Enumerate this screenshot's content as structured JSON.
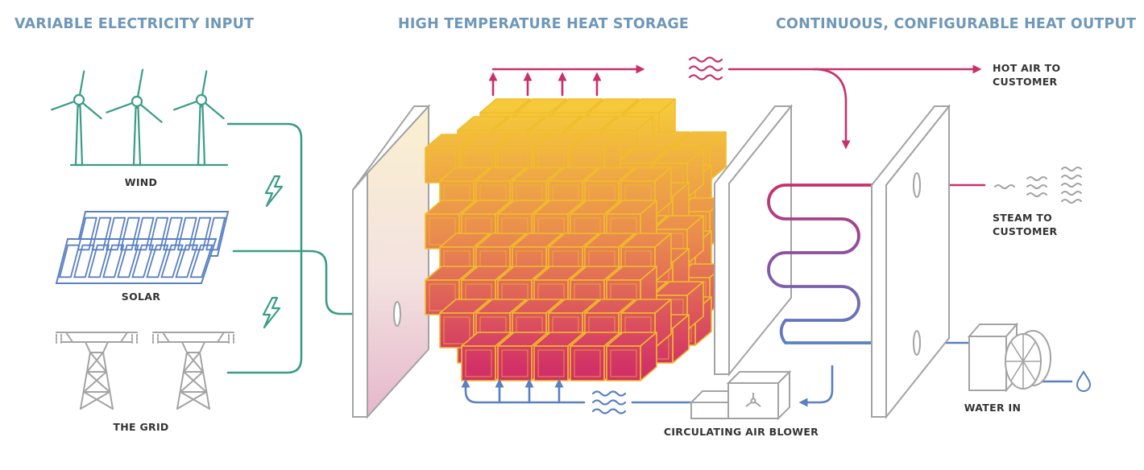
{
  "headers": {
    "input": "VARIABLE ELECTRICITY INPUT",
    "storage": "HIGH TEMPERATURE HEAT STORAGE",
    "output": "CONTINUOUS, CONFIGURABLE HEAT OUTPUT"
  },
  "labels": {
    "wind": "WIND",
    "solar": "SOLAR",
    "grid": "THE GRID",
    "hot_air_1": "HOT AIR TO",
    "hot_air_2": "CUSTOMER",
    "steam_1": "STEAM TO",
    "steam_2": "CUSTOMER",
    "water_in": "WATER IN",
    "blower": "CIRCULATING AIR BLOWER"
  },
  "colors": {
    "header": "#6f97b8",
    "power_line": "#3a9c86",
    "hot_air": "#c8306b",
    "cool_air": "#5a80c2",
    "gray": "#a3a3a3",
    "block_top": "#f5c93a",
    "block_mid": "#e98a4e",
    "block_bottom": "#d23167",
    "block_edge": "#f1bd2a"
  }
}
